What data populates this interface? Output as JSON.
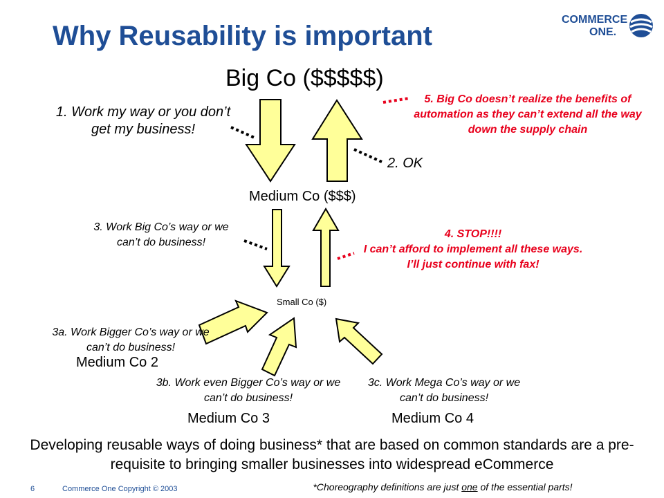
{
  "slide": {
    "title": "Why Reusability is important",
    "logo": {
      "line1": "COMMERCE",
      "line2": "ONE."
    },
    "nodes": {
      "big_co": "Big Co ($$$$$)",
      "medium_co": "Medium Co ($$$)",
      "small_co": "Small Co ($)",
      "medium_co_2": "Medium Co 2",
      "medium_co_3": "Medium Co 3",
      "medium_co_4": "Medium Co 4"
    },
    "notes": {
      "n1": "1. Work my way or you don’t get my business!",
      "n2": "2. OK",
      "n3": "3. Work Big Co’s way or we can’t do business!",
      "n3a": "3a. Work Bigger Co’s way or we can’t do business!",
      "n3b": "3b. Work even Bigger Co’s way or we can’t do business!",
      "n3c": "3c. Work Mega Co’s way or we can’t do business!",
      "n4_line1": "4. STOP!!!!",
      "n4_line2": "I can’t afford to implement all these ways. I’ll just continue with fax!",
      "n5": "5. Big Co doesn’t realize the benefits of automation as they can’t extend all the way down the supply chain"
    },
    "bottom_text": "Developing reusable ways of doing business* that are based on common standards are a pre-requisite to bringing smaller businesses into widespread eCommerce",
    "footnote": {
      "before": "*Choreography definitions are just ",
      "underlined": "one",
      "after": " of the essential parts!"
    },
    "footer": {
      "page_number": "6",
      "copyright": "Commerce One Copyright © 2003"
    },
    "colors": {
      "title": "#1f4e96",
      "arrow_fill": "#ffff99",
      "arrow_stroke": "#000000",
      "alert": "#e8001c"
    }
  }
}
